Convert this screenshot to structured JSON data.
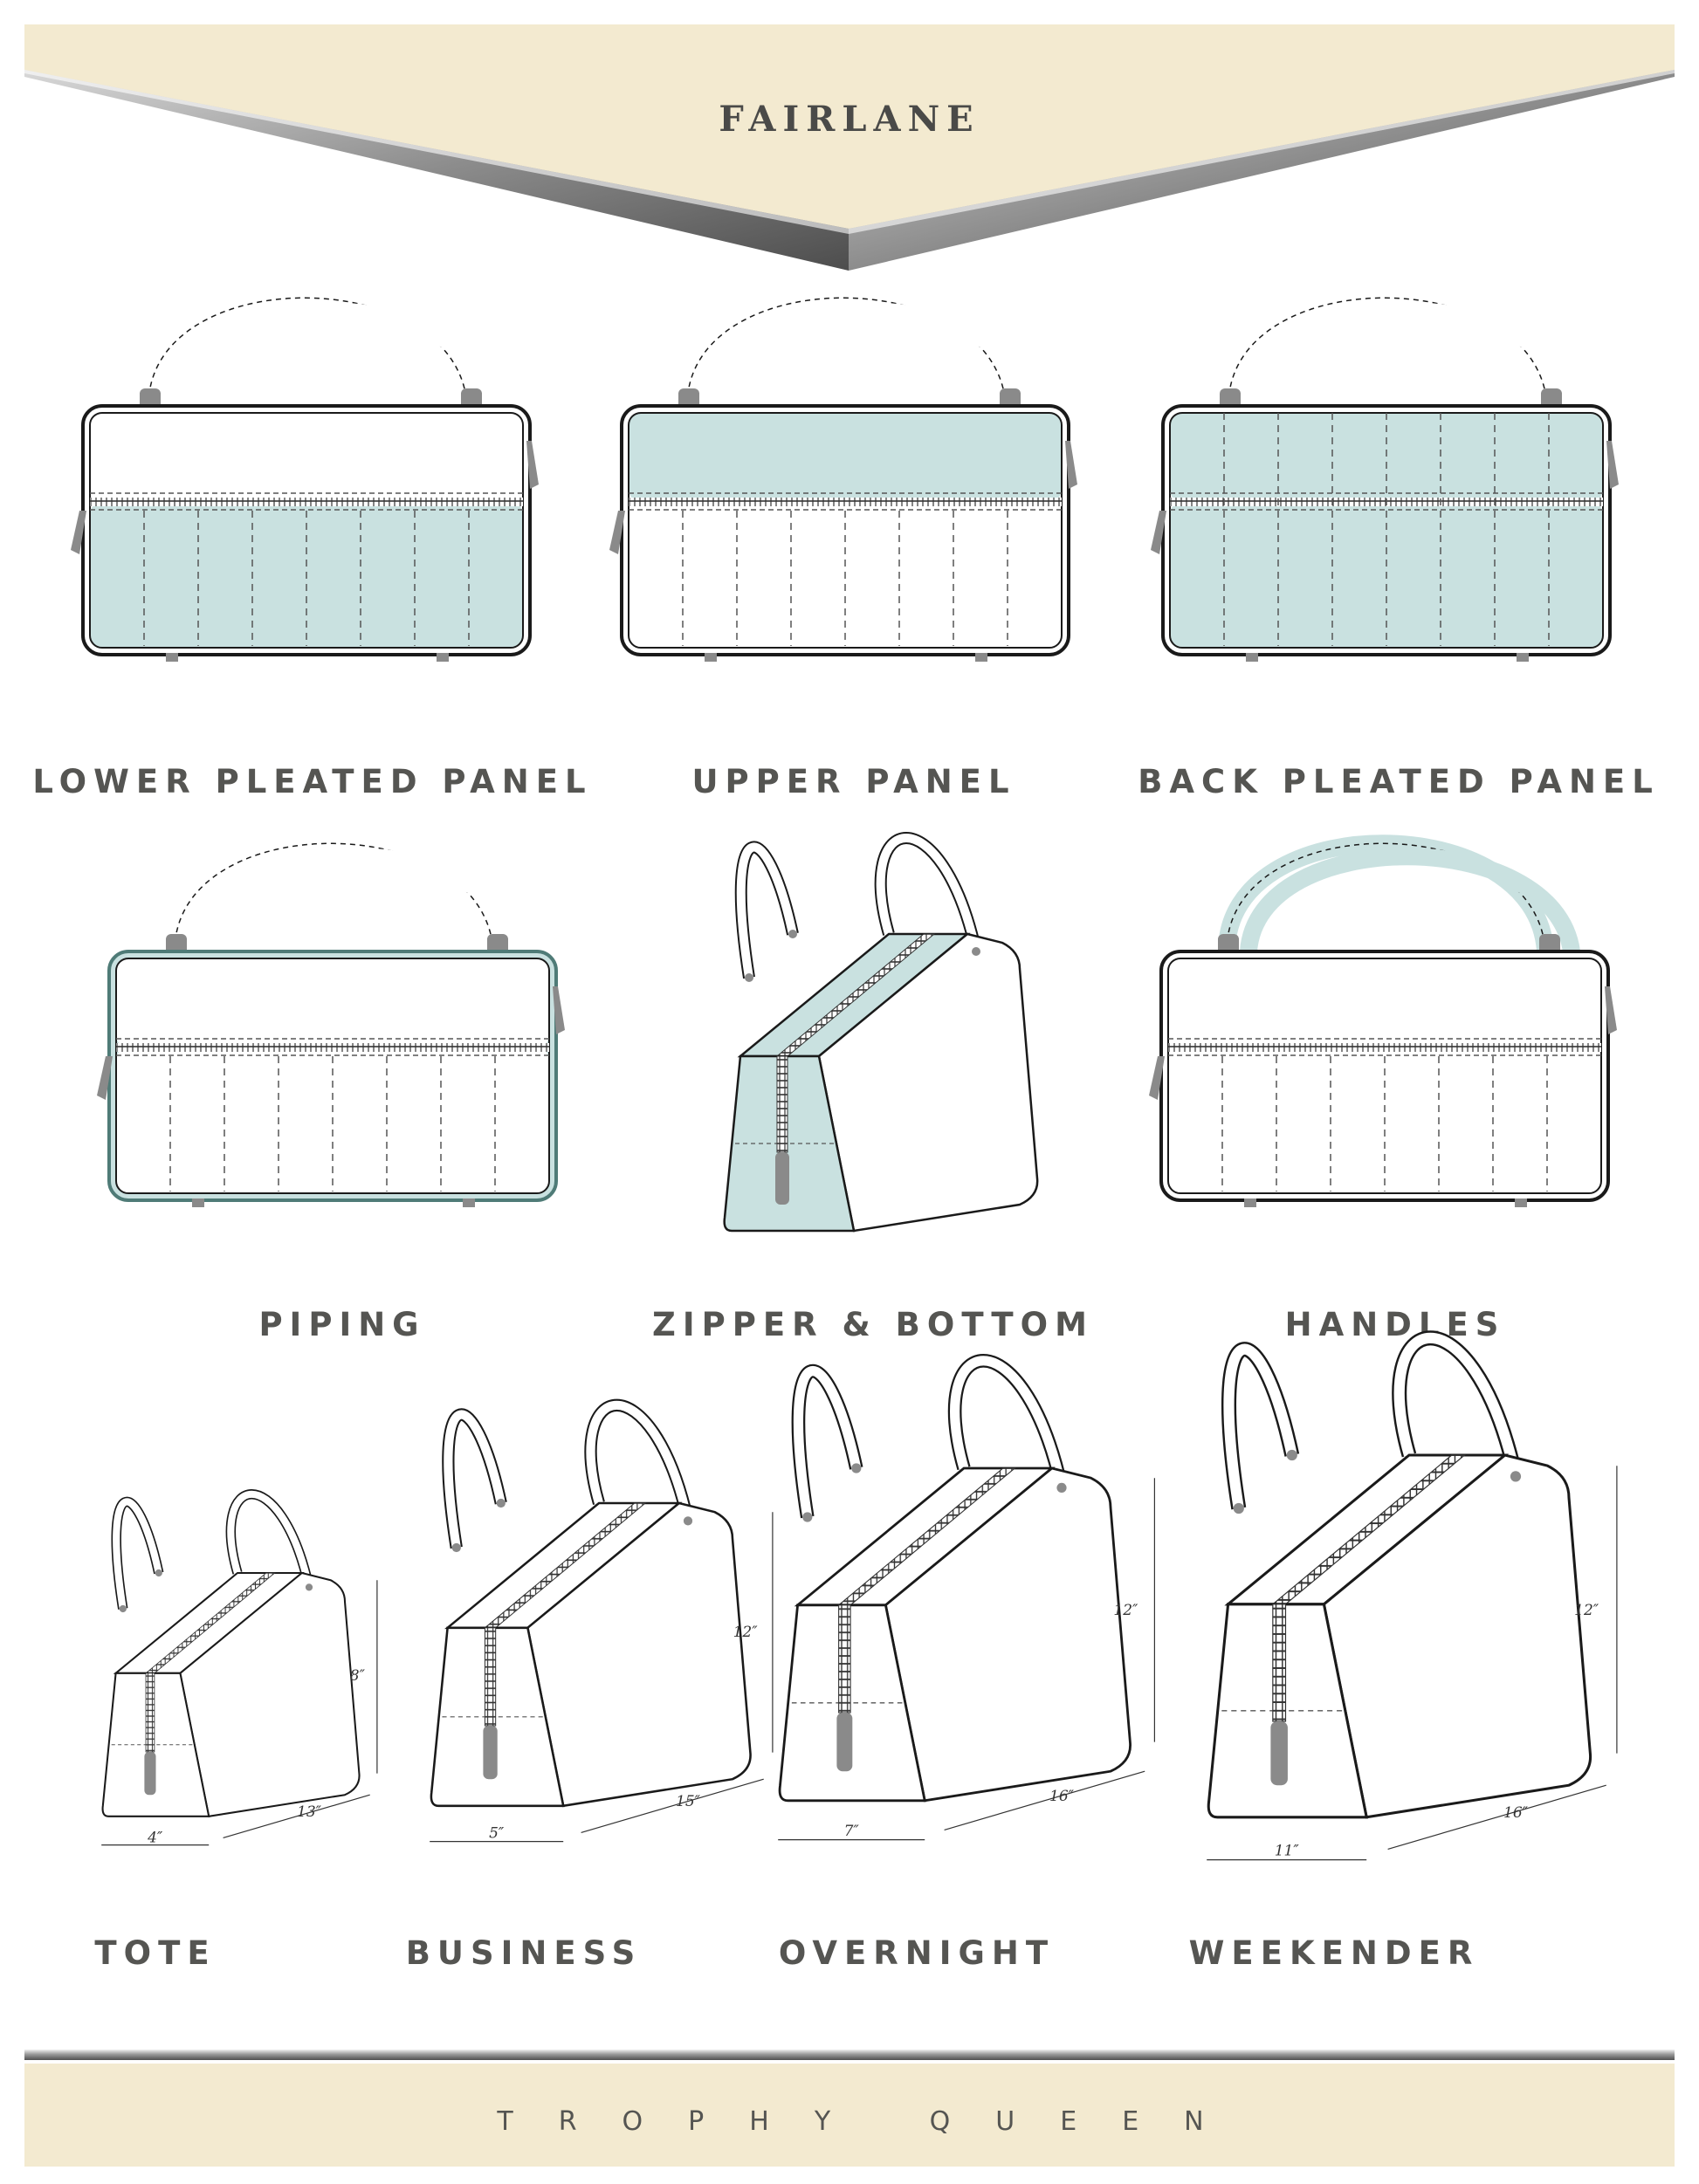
{
  "header": {
    "title": "FAIRLANE"
  },
  "panels": [
    {
      "label": "LOWER PLEATED PANEL",
      "highlight": "lower"
    },
    {
      "label": "UPPER PANEL",
      "highlight": "upper"
    },
    {
      "label": "BACK PLEATED PANEL",
      "highlight": "full"
    },
    {
      "label": "PIPING",
      "highlight": "piping"
    },
    {
      "label": "ZIPPER & BOTTOM",
      "highlight": "zipper-bottom"
    },
    {
      "label": "HANDLES",
      "highlight": "handles"
    }
  ],
  "sizes": [
    {
      "label": "TOTE",
      "height": "8″",
      "length": "13″",
      "width": "4″"
    },
    {
      "label": "BUSINESS",
      "height": "12″",
      "length": "15″",
      "width": "5″"
    },
    {
      "label": "OVERNIGHT",
      "height": "12″",
      "length": "16″",
      "width": "7″"
    },
    {
      "label": "WEEKENDER",
      "height": "12″",
      "length": "16″",
      "width": "11″"
    }
  ],
  "footer": {
    "brand": "TROPHY QUEEN"
  },
  "colors": {
    "banner_fill": "#f3ead0",
    "highlight_fill": "#c9e1e0",
    "highlight_stroke": "#4f7b77",
    "outline": "#1a1a1a",
    "hardware": "#8a8a8a",
    "text": "#555552"
  }
}
